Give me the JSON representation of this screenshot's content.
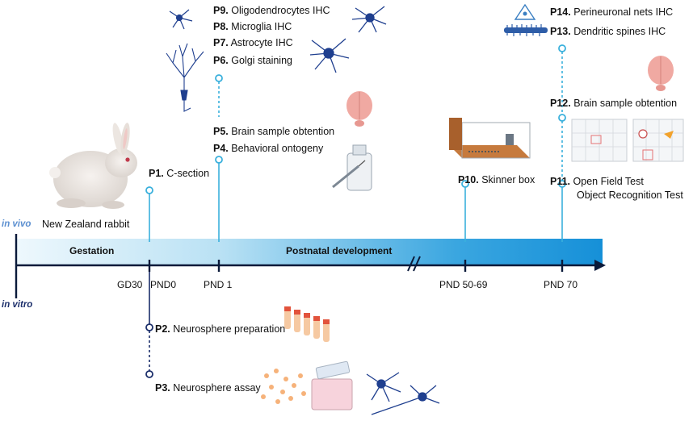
{
  "labels": {
    "in_vivo": "in vivo",
    "in_vitro": "in vitro",
    "gestation": "Gestation",
    "postnatal": "Postnatal development",
    "animal": "New Zealand rabbit"
  },
  "ticks": {
    "gd30": "GD30",
    "pnd0": "PND0",
    "pnd1": "PND 1",
    "pnd5069": "PND 50-69",
    "pnd70": "PND 70"
  },
  "protocols": {
    "p1": {
      "id": "P1.",
      "text": "C-section"
    },
    "p2": {
      "id": "P2.",
      "text": "Neurosphere preparation"
    },
    "p3": {
      "id": "P3.",
      "text": "Neurosphere assay"
    },
    "p4": {
      "id": "P4.",
      "text": "Behavioral ontogeny"
    },
    "p5": {
      "id": "P5.",
      "text": "Brain sample obtention"
    },
    "p6": {
      "id": "P6.",
      "text": "Golgi staining"
    },
    "p7": {
      "id": "P7.",
      "text": "Astrocyte IHC"
    },
    "p8": {
      "id": "P8.",
      "text": "Microglia IHC"
    },
    "p9": {
      "id": "P9.",
      "text": "Oligodendrocytes IHC"
    },
    "p10": {
      "id": "P10.",
      "text": "Skinner box"
    },
    "p11": {
      "id": "P11.",
      "text": "Open Field Test",
      "text2": "Object Recognition Test"
    },
    "p12": {
      "id": "P12.",
      "text": "Brain sample obtention"
    },
    "p13": {
      "id": "P13.",
      "text": "Dendritic spines IHC"
    },
    "p14": {
      "id": "P14.",
      "text": "Perineuronal nets IHC"
    }
  },
  "colors": {
    "bar_light": "#dff2fb",
    "bar_dark": "#1a8fd6",
    "stem_light": "#3ab0dc",
    "stem_dark": "#1c2f6b",
    "neuron": "#1f3f8f",
    "brain": "#f0a9a2"
  }
}
